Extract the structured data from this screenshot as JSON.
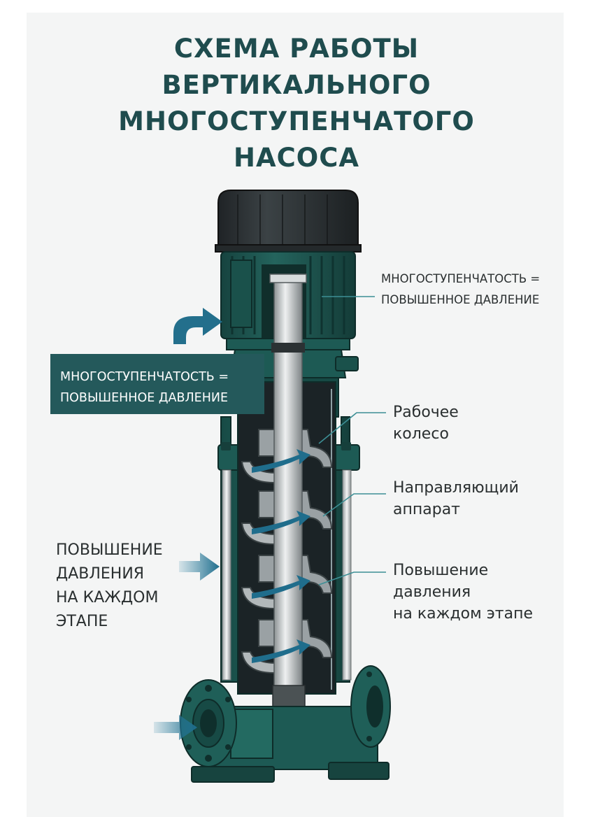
{
  "title": {
    "lines": [
      "СХЕМА РАБОТЫ",
      "ВЕРТИКАЛЬНОГО",
      "МНОГОСТУПЕНЧАТОГО",
      "НАСОСА"
    ]
  },
  "callout_right_top": {
    "lines": [
      "МНОГОСТУПЕНЧАТОСТЬ =",
      "ПОВЫШЕННОЕ ДАВЛЕНИЕ"
    ]
  },
  "callout_box": {
    "lines": [
      "МНОГОСТУПЕНЧАТОСТЬ =",
      "ПОВЫШЕННОЕ ДАВЛЕНИЕ"
    ]
  },
  "impeller_label": {
    "lines": [
      "Рабочее",
      "колесо"
    ]
  },
  "diffuser_label": {
    "lines": [
      "Направляющий",
      "аппарат"
    ]
  },
  "stage_label": {
    "lines": [
      "Повышение",
      "давления",
      "на каждом этапе"
    ]
  },
  "left_label": {
    "lines": [
      "ПОВЫШЕНИЕ",
      "ДАВЛЕНИЯ",
      "НА КАЖДОМ",
      "ЭТАПЕ"
    ]
  },
  "colors": {
    "teal_dark": "#1f4c4e",
    "teal_body": "#1d5a54",
    "motor_cap": "#2e3335",
    "arrow_blue": "#2b7fa0",
    "steel": "#b9bec0"
  }
}
